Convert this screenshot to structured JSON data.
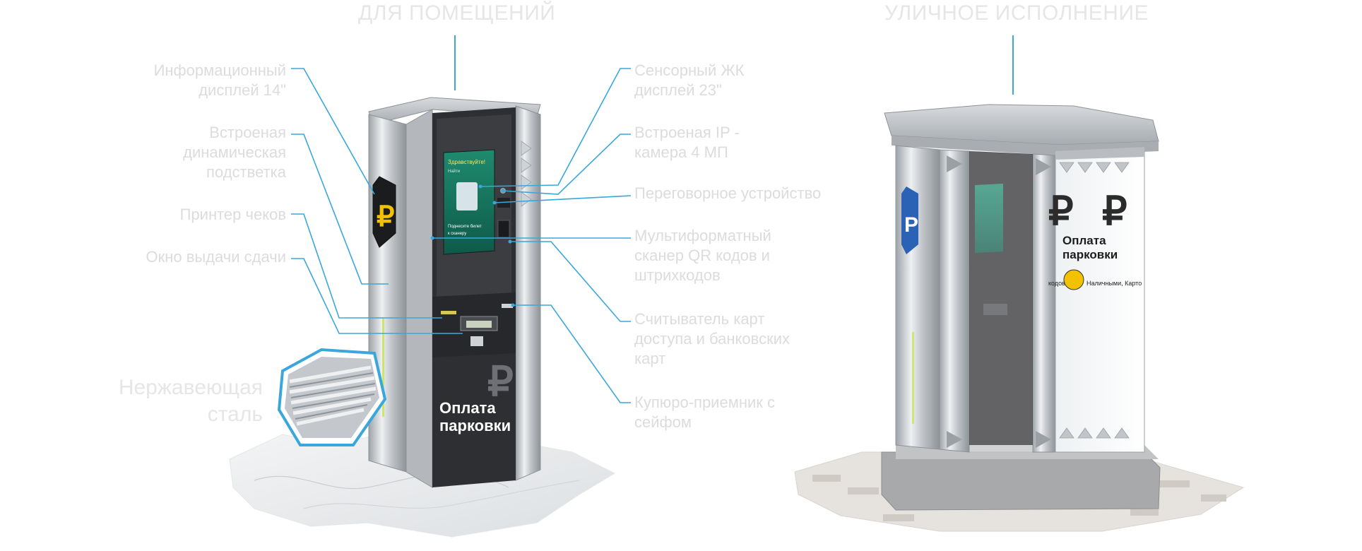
{
  "sections": {
    "indoor": {
      "title": "ДЛЯ ПОМЕЩЕНИЙ"
    },
    "outdoor": {
      "title": "УЛИЧНОЕ ИСПОЛНЕНИЕ"
    }
  },
  "left_callouts": [
    {
      "line1": "Информационный",
      "line2": "дисплей 14\"",
      "line3": ""
    },
    {
      "line1": "Встроеная",
      "line2": "динамическая",
      "line3": "подстветка"
    },
    {
      "line1": "Принтер чеков",
      "line2": "",
      "line3": ""
    },
    {
      "line1": "Окно выдачи сдачи",
      "line2": "",
      "line3": ""
    }
  ],
  "right_callouts": [
    {
      "line1": "Сенсорный ЖК",
      "line2": "дисплей 23\"",
      "line3": ""
    },
    {
      "line1": "Встроеная IP -",
      "line2": "камера 4 МП",
      "line3": ""
    },
    {
      "line1": "Переговорное устройство",
      "line2": "",
      "line3": ""
    },
    {
      "line1": "Мультиформатный",
      "line2": "сканер QR кодов и",
      "line3": "штрихкодов"
    },
    {
      "line1": "Считыватель карт",
      "line2": "доступа и банковских",
      "line3": "карт"
    },
    {
      "line1": "Купюро-приемник с",
      "line2": "сейфом",
      "line3": ""
    }
  ],
  "steel": {
    "line1": "Нержавеющая",
    "line2": "сталь"
  },
  "kiosk": {
    "screen_greeting": "Здравствуйте!",
    "screen_sub": "Найти",
    "screen_hint1": "Поднесите билет",
    "screen_hint2": "к сканеру",
    "label_line1": "Оплата",
    "label_line2": "парковки",
    "currency_symbol": "₽"
  },
  "outdoor_kiosk": {
    "label_line1": "Оплата",
    "label_line2": "парковки",
    "currency_symbol": "₽",
    "side_text": "Наличными, Карто",
    "side_text_prefix": "кодов"
  },
  "colors": {
    "accent": "#3aa7dc",
    "steel": "#c9ccd0",
    "panel_dark": "#2e2f33",
    "yellow": "#f2c200",
    "blue_badge": "#2b62b6"
  }
}
